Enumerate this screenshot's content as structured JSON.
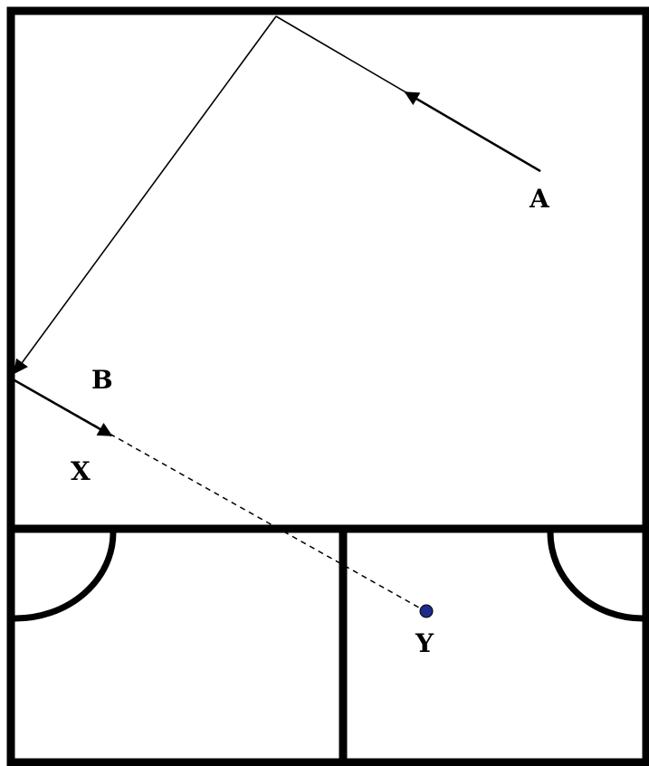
{
  "labels": {
    "a": "A",
    "b": "B",
    "x": "X",
    "y": "Y"
  },
  "colors": {
    "line": "#000000",
    "background": "#ffffff",
    "ball": "#1f2a8a"
  }
}
